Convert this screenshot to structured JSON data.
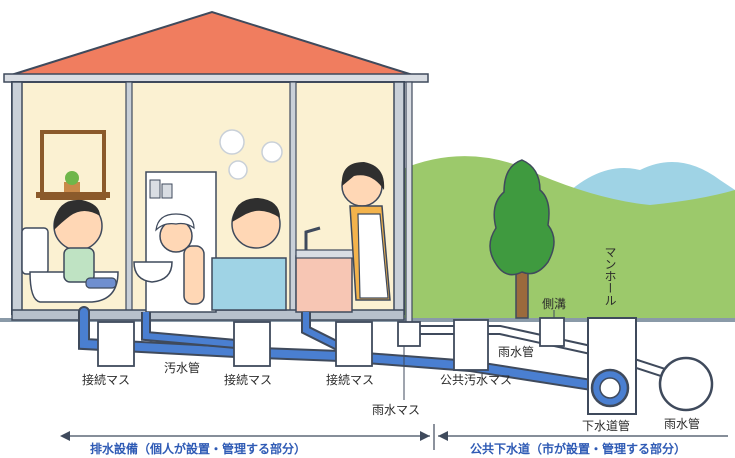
{
  "labels": {
    "connection_box_1": "接続マス",
    "connection_box_2": "接続マス",
    "connection_box_3": "接続マス",
    "sewage_pipe": "汚水管",
    "rain_box": "雨水マス",
    "public_sewage_box": "公共汚水マス",
    "rain_pipe_upper": "雨水管",
    "side_ditch": "側溝",
    "manhole": "マンホール",
    "sewer_pipe": "下水道管",
    "rain_pipe_right": "雨水管"
  },
  "ranges": {
    "private": "排水設備（個人が設置・管理する部分）",
    "public": "公共下水道（市が設置・管理する部分）"
  },
  "colors": {
    "roof": "#f07d5f",
    "house_interior": "#fbf1d2",
    "hill": "#9cc96b",
    "mountain": "#9fd3e5",
    "pipe_blue": "#4a7fd1",
    "pipe_light": "#ffffff",
    "outline": "#3f4a5c",
    "range_text": "#2f5bb5"
  }
}
